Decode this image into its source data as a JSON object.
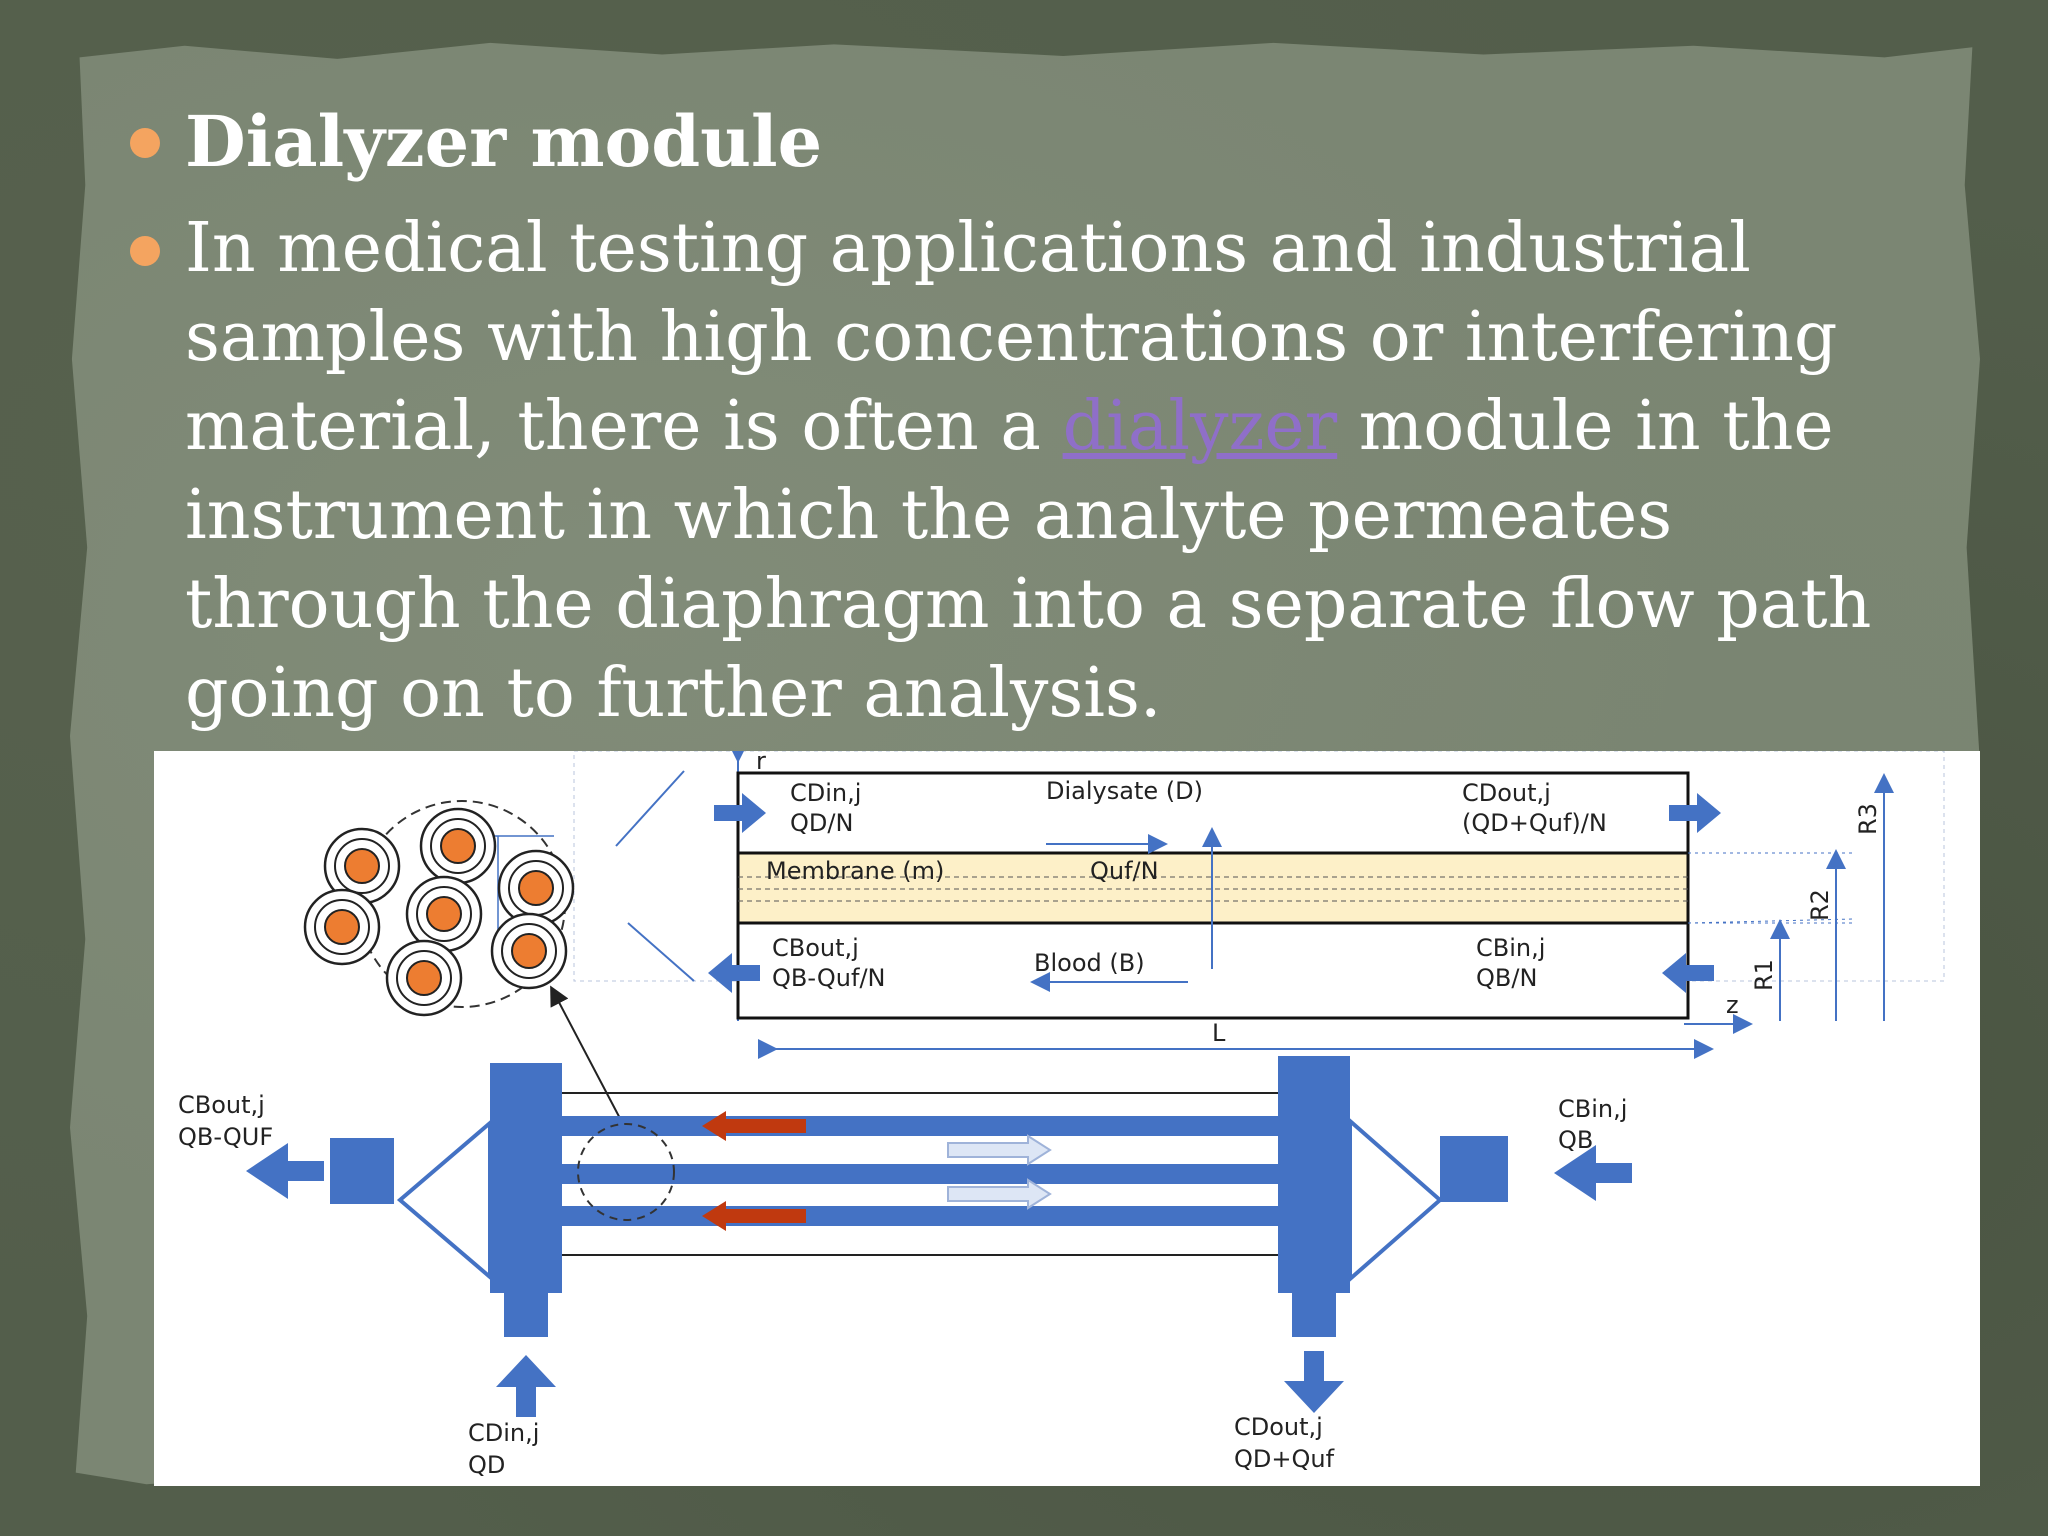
{
  "slide": {
    "heading": "Dialyzer module",
    "paragraph_before": "In medical testing applications and industrial samples with high concentrations or interfering material, there is often a ",
    "link_text": "dialyzer",
    "paragraph_after": " module in the instrument in which the analyte permeates through the diaphragm into a separate flow path going on to further analysis.",
    "colors": {
      "bullet": "#f4a460",
      "link": "#8f6fc8",
      "text": "#ffffff"
    }
  },
  "diagram": {
    "cdin_j_top": "CDin,j",
    "qd_n": "QD/N",
    "dialysate": "Dialysate (D)",
    "cdout_j_top": "CDout,j",
    "qd_quf_n": "(QD+Quf)/N",
    "membrane": "Membrane (m)",
    "quf_n": "Quf/N",
    "cbout_j_top": "CBout,j",
    "qb_quf_n": "QB-Quf/N",
    "blood": "Blood (B)",
    "cbin_j_top": "CBin,j",
    "qb_n": "QB/N",
    "r_axis": "r",
    "z_axis": "z",
    "l_label": "L",
    "r1": "R1",
    "r2": "R2",
    "r3": "R3",
    "cbout_j_left": "CBout,j",
    "qb_quf_left": "QB-QUF",
    "cbin_j_right": "CBin,j",
    "qb_right": "QB",
    "cdin_j_bottom": "CDin,j",
    "qd_bottom": "QD",
    "cdout_j_bottom": "CDout,j",
    "qd_quf_bottom": "QD+Quf",
    "colors": {
      "blue": "#4472c4",
      "red": "#c0390f",
      "orange": "#ed7d31",
      "membrane": "#fdf0c8"
    }
  }
}
